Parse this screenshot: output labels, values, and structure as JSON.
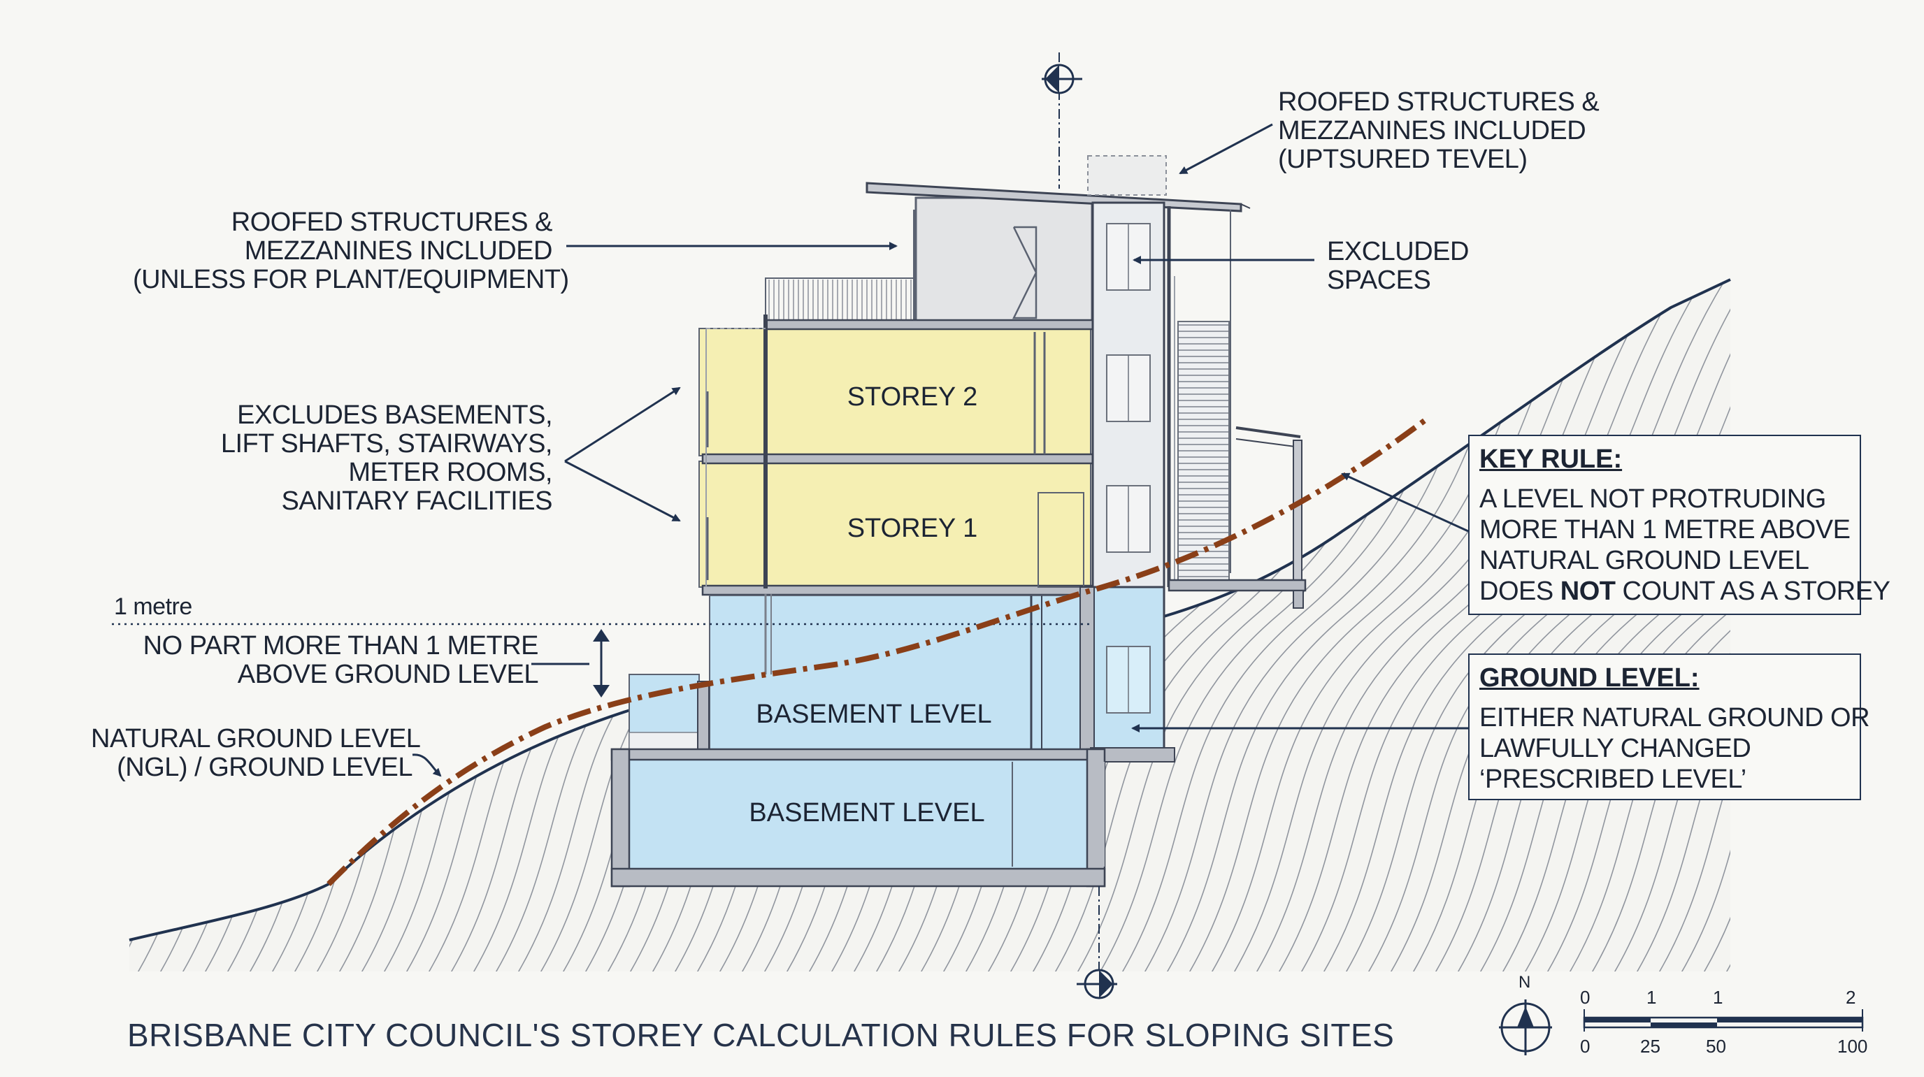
{
  "title": "BRISBANE CITY COUNCIL'S STOREY CALCULATION RULES FOR SLOPING SITES",
  "rooms": {
    "storey2": "STOREY 2",
    "storey1": "STOREY 1",
    "basement_upper": "BASEMENT LEVEL",
    "basement_lower": "BASEMENT LEVEL"
  },
  "callouts": {
    "roof_left": [
      "ROOFED STRUCTURES &",
      "MEZZANINES INCLUDED",
      "(UNLESS FOR PLANT/EQUIPMENT)"
    ],
    "roof_top": [
      "ROOFED STRUCTURES &",
      "MEZZANINES INCLUDED",
      "(UPTSURED TEVEL)"
    ],
    "excluded": [
      "EXCLUDED",
      "SPACES"
    ],
    "excludes_list": [
      "EXCLUDES BASEMENTS,",
      "LIFT SHAFTS, STAIRWAYS,",
      "METER ROOMS,",
      "SANITARY FACILITIES"
    ],
    "one_metre": "1 metre",
    "no_part": [
      "NO PART MORE THAN 1 METRE",
      "ABOVE GROUND LEVEL"
    ],
    "ngl": [
      "NATURAL GROUND LEVEL",
      "(NGL) / GROUND LEVEL"
    ]
  },
  "key_rule": {
    "heading": "KEY RULE:",
    "line1": "A LEVEL NOT PROTRUDING",
    "line2": "MORE THAN 1 METRE ABOVE",
    "line3": "NATURAL GROUND LEVEL",
    "line4_pre": "DOES ",
    "line4_bold": "NOT",
    "line4_post": " COUNT AS A STOREY"
  },
  "ground_level": {
    "heading": "GROUND LEVEL:",
    "lines": [
      "EITHER NATURAL GROUND OR",
      "LAWFULLY CHANGED",
      "‘PRESCRIBED LEVEL’"
    ]
  },
  "north": "N",
  "scale": {
    "top_ticks": [
      "0",
      "1",
      "1",
      "2"
    ],
    "bottom_ticks": [
      "0",
      "25",
      "50",
      "100"
    ]
  },
  "colors": {
    "storey": "#f5efb3",
    "basement": "#c3e2f3",
    "roof_block": "#e3e4e6",
    "ngl_line": "#8a3f18",
    "navy": "#20324f"
  }
}
